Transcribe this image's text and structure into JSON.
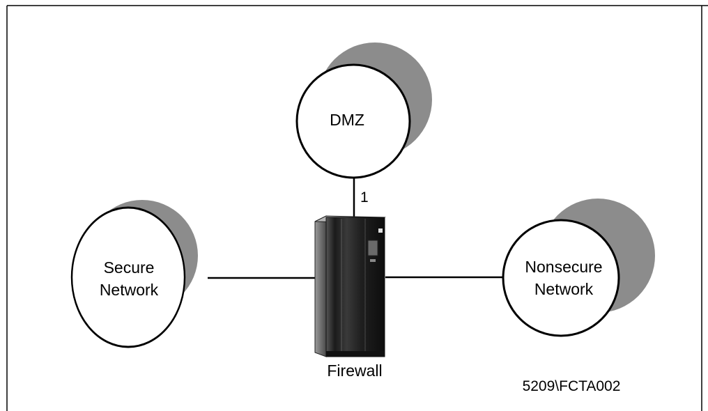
{
  "diagram": {
    "nodes": {
      "dmz": {
        "label": "DMZ"
      },
      "secure": {
        "line1": "Secure",
        "line2": "Network"
      },
      "nonsecure": {
        "line1": "Nonsecure",
        "line2": "Network"
      },
      "firewall": {
        "label": "Firewall"
      }
    },
    "edges": {
      "dmz_firewall_label": "1"
    },
    "figure_id": "5209\\FCTA002"
  },
  "colors": {
    "frame": "#000000",
    "circle_fill": "#ffffff",
    "shadow": "#8c8c8c",
    "server_body": "#2a2a2a"
  },
  "icons": [
    "server-icon"
  ]
}
